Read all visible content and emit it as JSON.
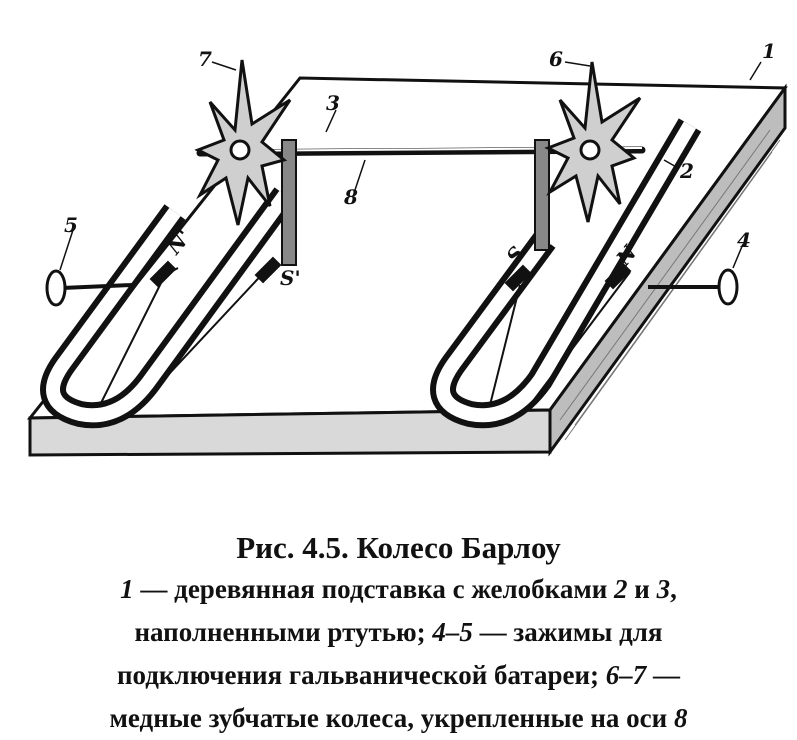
{
  "figure": {
    "labels": {
      "base": "1",
      "groove_right": "2",
      "groove_left": "3",
      "clamp_right": "4",
      "clamp_left": "5",
      "wheel_right": "6",
      "wheel_left": "7",
      "axle": "8",
      "pole_n_left": "N'",
      "pole_s_left": "S'",
      "pole_s_right": "S",
      "pole_n_right": "N"
    }
  },
  "caption": {
    "title": "Рис. 4.5. Колесо Барлоу",
    "line1": {
      "n1": "1",
      "t1": " — деревянная подставка с желобками ",
      "n2": "2",
      "t2": " и ",
      "n3": "3",
      "t3": ","
    },
    "line2": {
      "t1": "наполненными ртутью; ",
      "n1": "4–5",
      "t2": " — зажимы для"
    },
    "line3": {
      "t1": "подключения гальванической батареи; ",
      "n1": "6–7",
      "t2": " —"
    },
    "line4": {
      "t1": "медные зубчатые колеса, укрепленные на оси ",
      "n1": "8"
    }
  }
}
